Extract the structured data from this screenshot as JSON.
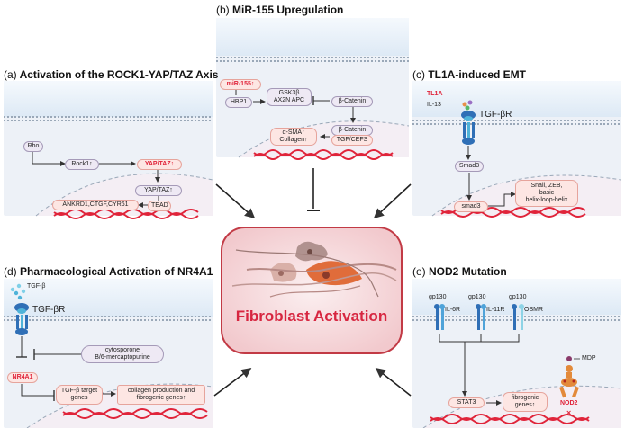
{
  "panels": {
    "a": {
      "tag": "(a)",
      "title": "Activation of the ROCK1-YAP/TAZ Axis",
      "rho": "Rho",
      "rock1": "Rock1↑",
      "yaptaz_red": "YAP/TAZ↑",
      "yaptaz": "YAP/TAZ↑",
      "genes": "ANKRD1,CTGF,CYR61",
      "tead": "TEAD"
    },
    "b": {
      "tag": "(b)",
      "title": "MiR-155 Upregulation",
      "mir155": "miR-155↑",
      "hbp1": "HBP1",
      "gsk3b": "GSK3β",
      "ax2n": "AX2N",
      "apc": "APC",
      "bcatenin1": "β-Catenin",
      "bcatenin2": "β-Catenin",
      "tgf_cefs": "TGF/CEFS",
      "asma": "α-SMA↑",
      "collagen": "Collagen↑"
    },
    "c": {
      "tag": "(c)",
      "title": "TL1A-induced EMT",
      "tl1a": "TL1A",
      "il13": "IL-13",
      "tgfbr": "TGF-βR",
      "smad3_top": "Smad3",
      "smad3": "smad3",
      "targets": [
        "Snail, ZEB,",
        "basic",
        "helix-loop-helix"
      ]
    },
    "d": {
      "tag": "(d)",
      "title": "Pharmacological Activation of NR4A1",
      "tgfb": "TGF-β",
      "tgfbr": "TGF-βR",
      "drug": [
        "cytosporone",
        "B/6-mercaptopurine"
      ],
      "nr4a1": "NR4A1",
      "target_genes": [
        "TGF-β target",
        "genes"
      ],
      "result": [
        "collagen production and",
        "fibrogenic genes↑"
      ]
    },
    "e": {
      "tag": "(e)",
      "title": "NOD2 Mutation",
      "gp130_1": "gp130",
      "il6r": "IL-6R",
      "gp130_2": "gp130",
      "il11r": "IL-11R",
      "gp130_3": "gp130",
      "osmr": "OSMR",
      "mdp": "MDP",
      "nod2": "NOD2",
      "nod2_mark": "×",
      "stat3": "STAT3",
      "fibrogenic": [
        "fibrogenic",
        "genes↑"
      ]
    }
  },
  "center": {
    "label": "Fibroblast Activation"
  },
  "colors": {
    "accent_red": "#e0243a",
    "cell_bg": "#f5e3e5",
    "membrane_blue": "#e4eef7"
  }
}
